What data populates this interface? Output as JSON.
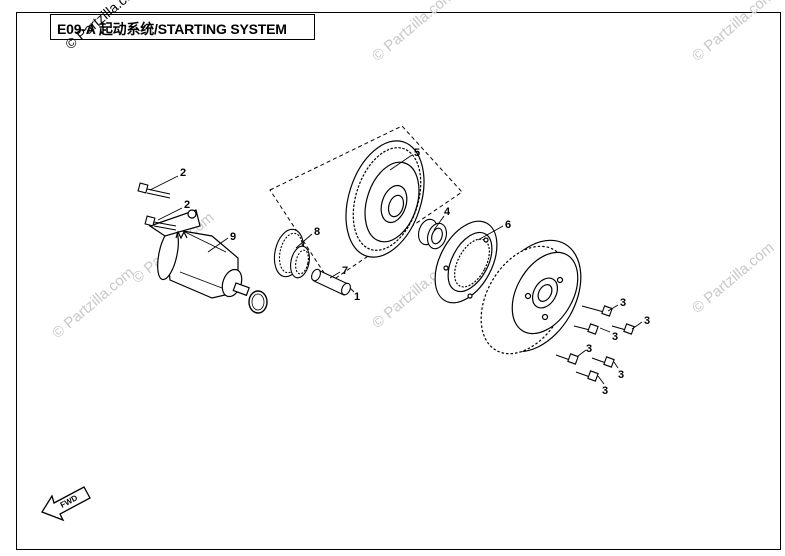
{
  "title": "E09-A 起动系统/STARTING SYSTEM",
  "watermark": "© Partzilla.com",
  "fwd_label": "FWD",
  "callouts": [
    "1",
    "2",
    "2",
    "3",
    "3",
    "3",
    "3",
    "3",
    "3",
    "4",
    "5",
    "6",
    "7",
    "8",
    "9"
  ],
  "colors": {
    "line": "#000000",
    "watermark": "#c8c8c8"
  }
}
